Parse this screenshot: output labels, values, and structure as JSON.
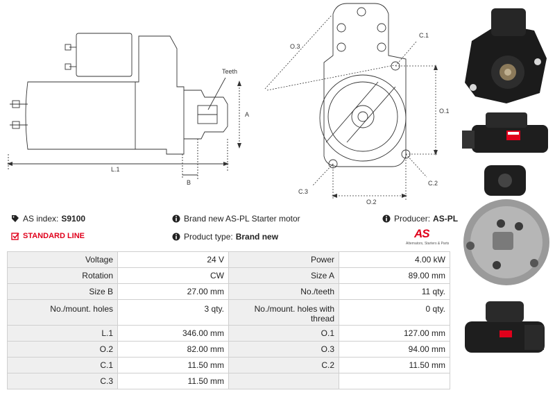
{
  "drawing": {
    "labels": {
      "teeth": "Teeth",
      "a": "A",
      "b": "B",
      "l1": "L.1",
      "o1": "O.1",
      "o2": "O.2",
      "o3": "O.3",
      "c1": "C.1",
      "c2": "C.2",
      "c3": "C.3"
    }
  },
  "info": {
    "as_index_label": "AS index:",
    "as_index_value": "S9100",
    "standard_line": "STANDARD LINE",
    "brand_desc": "Brand new AS-PL Starter motor",
    "product_type_label": "Product type:",
    "product_type_value": "Brand new",
    "producer_label": "Producer:",
    "producer_value": "AS-PL"
  },
  "logo": {
    "mark": "AS",
    "tagline": "Alternators, Starters & Parts"
  },
  "specs": [
    [
      "Voltage",
      "24 V",
      "Power",
      "4.00 kW"
    ],
    [
      "Rotation",
      "CW",
      "Size A",
      "89.00 mm"
    ],
    [
      "Size B",
      "27.00 mm",
      "No./teeth",
      "11 qty."
    ],
    [
      "No./mount. holes",
      "3 qty.",
      "No./mount. holes with thread",
      "0 qty."
    ],
    [
      "L.1",
      "346.00 mm",
      "O.1",
      "127.00 mm"
    ],
    [
      "O.2",
      "82.00 mm",
      "O.3",
      "94.00 mm"
    ],
    [
      "C.1",
      "11.50 mm",
      "C.2",
      "11.50 mm"
    ],
    [
      "C.3",
      "11.50 mm",
      "",
      ""
    ]
  ],
  "colors": {
    "accent_red": "#e0001b",
    "label_bg": "#efefef",
    "border": "#cfcfcf"
  }
}
